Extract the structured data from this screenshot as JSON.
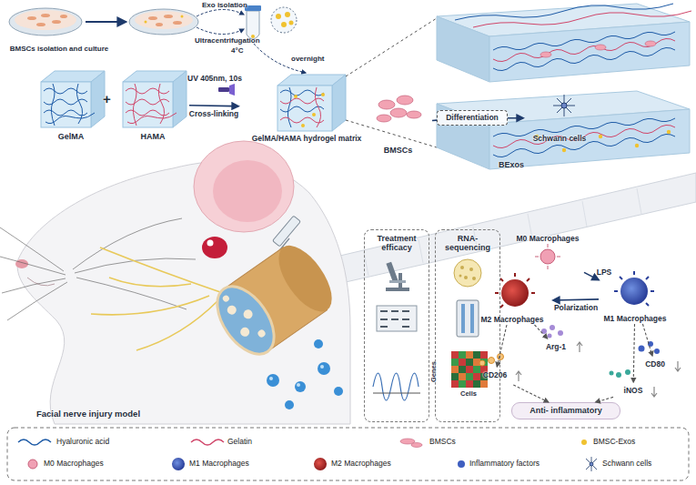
{
  "diagram": {
    "nodes": [
      {
        "text": [
          "BMSCs isolation and culture"
        ]
      },
      {
        "text": [
          "GelMA"
        ]
      },
      {
        "text": [
          "HAMA"
        ]
      },
      {
        "text": [
          "GelMA/HAMA hydrogel matrix"
        ]
      },
      {
        "text": [
          "BMSCs"
        ]
      },
      {
        "text": [
          "Differentiation"
        ]
      },
      {
        "text": [
          "Schwann cells"
        ]
      },
      {
        "text": [
          "Treatment efficacy"
        ]
      },
      {
        "text": [
          "RNA-sequencing"
        ]
      },
      {
        "text": [
          "M0 Macrophages"
        ]
      },
      {
        "text": [
          "M1 Macrophages"
        ]
      },
      {
        "text": [
          "M2 Macrophages"
        ]
      },
      {
        "text": [
          "Arg-1"
        ]
      },
      {
        "text": [
          "CD206"
        ]
      },
      {
        "text": [
          "CD80"
        ]
      },
      {
        "text": [
          "iNOS"
        ]
      },
      {
        "text": [
          "Anti- inflammatory"
        ]
      }
    ],
    "edges": [
      {
        "from": 2,
        "to": 3,
        "label": "Cross-linking",
        "arrow": "to"
      },
      {
        "from": 4,
        "to": 5,
        "arrow": "none"
      },
      {
        "from": 5,
        "to": 6,
        "arrow": "to"
      },
      {
        "from": 9,
        "to": 10,
        "label": "LPS",
        "arrow": "to"
      },
      {
        "from": 10,
        "to": 11,
        "label": "Polarization",
        "arrow": "to"
      },
      {
        "from": 11,
        "to": 12,
        "arrow": "to"
      },
      {
        "from": 11,
        "to": 13,
        "arrow": "to"
      },
      {
        "from": 10,
        "to": 14,
        "arrow": "to"
      },
      {
        "from": 10,
        "to": 15,
        "arrow": "to"
      },
      {
        "from": 13,
        "to": 16,
        "arrow": "to"
      },
      {
        "from": 15,
        "to": 16,
        "arrow": "to"
      }
    ],
    "labels": [
      "Exo isolation",
      "Ultracentrifugation",
      "4°C",
      "overnight",
      "+",
      "UV 405nm, 10s",
      "BExos",
      "Facial nerve injury model",
      "Genes",
      "Cells"
    ],
    "legend": [
      {
        "text": "Hyaluronic acid"
      },
      {
        "text": "Gelatin"
      },
      {
        "text": "BMSCs"
      },
      {
        "text": "BMSC-Exos"
      },
      {
        "text": "M0 Macrophages"
      },
      {
        "text": "M1 Macrophages"
      },
      {
        "text": "M2 Macrophages"
      },
      {
        "text": "Inflammatory factors"
      },
      {
        "text": "Schwann cells"
      }
    ]
  }
}
